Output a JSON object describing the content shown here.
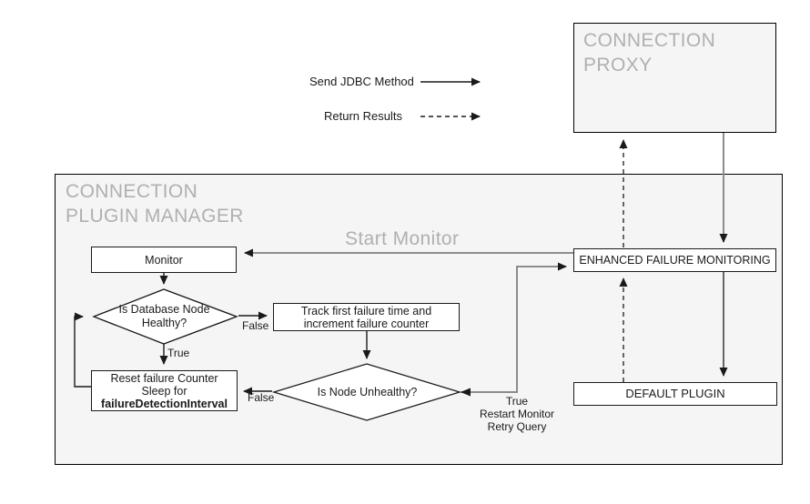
{
  "proxy": {
    "title": "CONNECTION\nPROXY"
  },
  "manager": {
    "title": "CONNECTION\nPLUGIN MANAGER"
  },
  "legend": {
    "send_label": "Send JDBC Method",
    "return_label": "Return Results"
  },
  "labels": {
    "start_monitor": "Start Monitor",
    "healthy_false": "False",
    "healthy_true": "True",
    "unhealthy_false": "False",
    "true_path_line1": "True",
    "true_path_line2": "Restart Monitor",
    "true_path_line3": "Retry Query"
  },
  "nodes": {
    "monitor": {
      "label": "Monitor"
    },
    "healthy_check": {
      "line1": "Is Database Node",
      "line2": "Healthy?"
    },
    "track": {
      "line1": "Track first failure time and",
      "line2": "increment failure counter"
    },
    "reset": {
      "line1": "Reset failure Counter",
      "line2": "Sleep for",
      "line3": "failureDetectionInterval"
    },
    "unhealthy_check": {
      "label": "Is Node Unhealthy?"
    },
    "efm": {
      "label": "ENHANCED FAILURE MONITORING"
    },
    "default_plugin": {
      "label": "DEFAULT PLUGIN"
    }
  },
  "colors": {
    "panel_fill": "#f5f5f5",
    "panel_title": "#b0b0b0",
    "node_border": "#1a1a1a",
    "line_dark": "#1a1a1a",
    "line_gray": "#8c8c8c"
  }
}
